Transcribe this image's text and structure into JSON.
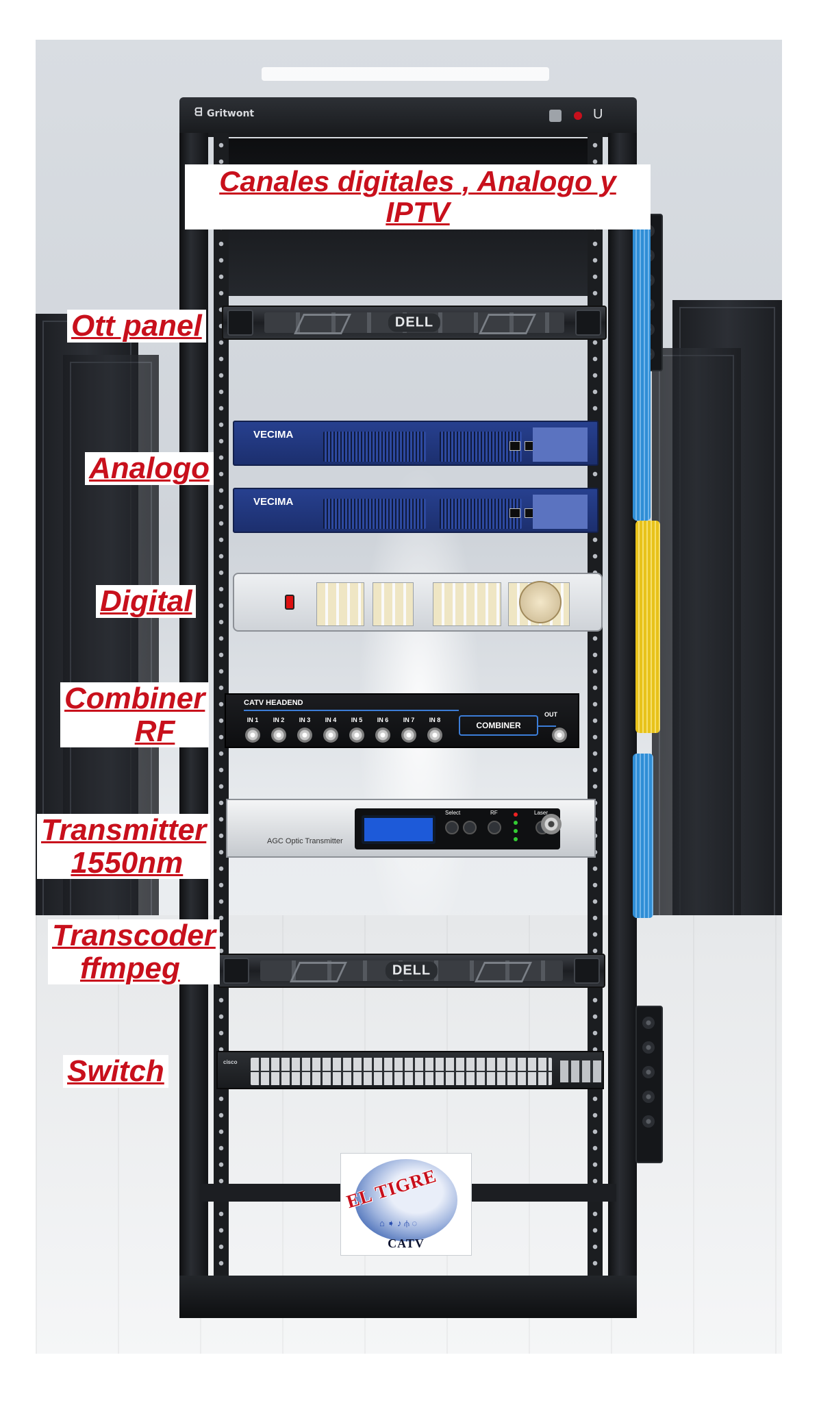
{
  "title": {
    "line1": "Canales digitales , Analogo y",
    "line2": "IPTV"
  },
  "labels": {
    "ott_panel": "Ott panel",
    "analogo": "Analogo",
    "digital": "Digital",
    "combiner_line1": "Combiner",
    "combiner_line2": "RF",
    "transmitter_line1": "Transmitter",
    "transmitter_line2": "1550nm",
    "transcoder_line1": "Transcoder",
    "transcoder_line2": "ffmpeg",
    "switch": "Switch"
  },
  "rack": {
    "brand": "Gritwont"
  },
  "devices": {
    "dell_logo": "DELL",
    "vecima_logo": "VECIMA",
    "combiner_title": "CATV HEADEND",
    "combiner_inputs": [
      "IN 1",
      "IN 2",
      "IN 3",
      "IN 4",
      "IN 5",
      "IN 6",
      "IN 7",
      "IN 8"
    ],
    "combiner_box": "COMBINER",
    "combiner_out": "OUT",
    "transmitter_label": "AGC Optic Transmitter",
    "transmitter_select": "Select",
    "transmitter_rf": "RF",
    "transmitter_laser": "Laser",
    "switch_brand": "cisco"
  },
  "logo": {
    "name": "EL TIGRE",
    "sub": "CATV"
  },
  "colors": {
    "label_red": "#c8101c",
    "vecima_blue": "#27408f",
    "lcd_blue": "#1d5ad9",
    "cable_blue": "#2f8ed6",
    "cable_yellow": "#e8c21a"
  }
}
